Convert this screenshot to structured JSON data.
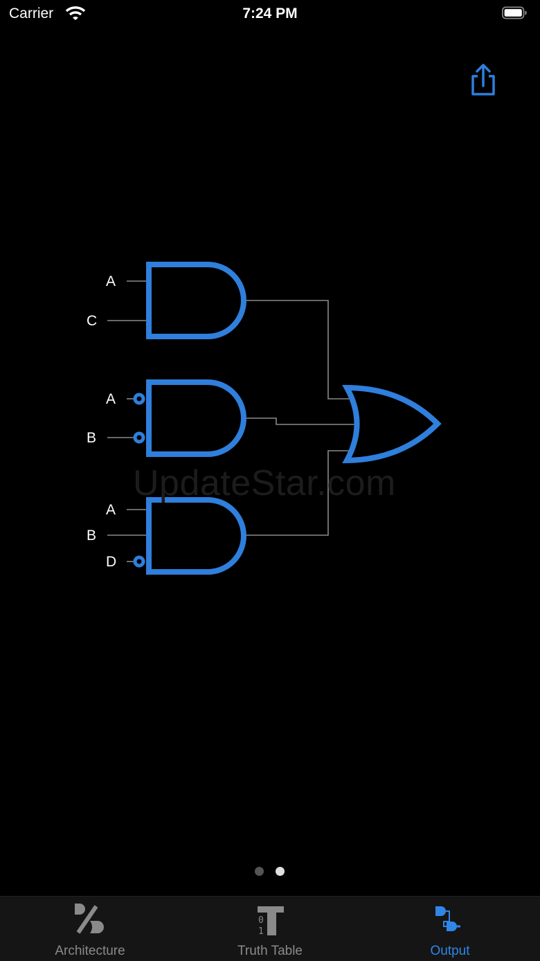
{
  "status_bar": {
    "carrier": "Carrier",
    "time": "7:24 PM"
  },
  "toolbar": {
    "share_icon": "share-icon"
  },
  "circuit": {
    "gate1_inputs": [
      "A",
      "C"
    ],
    "gate2_inputs": [
      "A",
      "B"
    ],
    "gate3_inputs": [
      "A",
      "B",
      "D"
    ],
    "gate_color": "#2f7fdc",
    "wire_color": "#8a8a8a"
  },
  "watermark": "UpdateStar.com",
  "pager": {
    "pages": 2,
    "current": 2
  },
  "tabs": [
    {
      "label": "Architecture",
      "icon": "architecture-icon",
      "active": false
    },
    {
      "label": "Truth Table",
      "icon": "truth-table-icon",
      "active": false
    },
    {
      "label": "Output",
      "icon": "output-icon",
      "active": true
    }
  ],
  "colors": {
    "accent": "#2f86e8",
    "inactive": "#8a8a8a"
  }
}
